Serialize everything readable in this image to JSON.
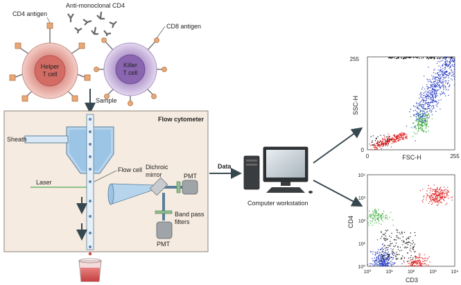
{
  "labels": {
    "cd4_antigen": "CD4 antigen",
    "anti_cd4": "Anti-monoclonal CD4",
    "cd8_antigen": "CD8 antigen",
    "helper_l1": "Helper",
    "helper_l2": "T cell",
    "killer_l1": "Killer",
    "killer_l2": "T cell",
    "sample": "Sample",
    "flow_cytometer": "Flow cytometer",
    "sheath": "Sheath",
    "flow_cell": "Flow cell",
    "dichroic_l1": "Dichroic",
    "dichroic_l2": "mirror",
    "pmt_top": "PMT",
    "laser": "Laser",
    "bandpass_l1": "Band pass",
    "bandpass_l2": "filters",
    "pmt_bottom": "PMT",
    "data": "Data",
    "computer": "Computer workstation"
  },
  "colors": {
    "helper_cell": "#d9837d",
    "killer_cell": "#a98cc4",
    "cytometer_bg": "#f5ebe0",
    "red_population": "#e02020",
    "blue_population": "#2040c0",
    "green_population": "#40b040",
    "black_population": "#111111"
  },
  "chart_data": [
    {
      "type": "scatter",
      "xlabel": "FSC-H",
      "ylabel": "SSC-H",
      "xticks": [
        "0",
        "255"
      ],
      "yticks": [
        "0",
        "255"
      ],
      "xlim": [
        0,
        255
      ],
      "ylim": [
        0,
        255
      ],
      "series": [
        {
          "color": "red",
          "points": 260,
          "center": [
            55,
            25
          ],
          "spread": [
            45,
            15
          ]
        },
        {
          "color": "green",
          "points": 180,
          "center": [
            160,
            75
          ],
          "spread": [
            20,
            30
          ]
        },
        {
          "color": "blue",
          "points": 600,
          "center": [
            200,
            160
          ],
          "spread": [
            40,
            75
          ]
        },
        {
          "color": "black",
          "points": 120,
          "center": [
            150,
            255
          ],
          "spread": [
            105,
            2
          ]
        }
      ]
    },
    {
      "type": "scatter",
      "xlabel": "CD3",
      "ylabel": "CD4",
      "log_scale": true,
      "xticks": [
        "10⁰",
        "10¹",
        "10²",
        "10³",
        "10⁴"
      ],
      "yticks": [
        "10⁰",
        "10¹",
        "10²",
        "10³",
        "10⁴"
      ],
      "xlim": [
        1,
        10000
      ],
      "ylim": [
        1,
        10000
      ],
      "series": [
        {
          "color": "red",
          "points": 220,
          "center": [
            1500,
            1200
          ]
        },
        {
          "color": "red",
          "points": 120,
          "center": [
            200,
            2
          ]
        },
        {
          "color": "green",
          "points": 110,
          "center": [
            3,
            150
          ]
        },
        {
          "color": "blue",
          "points": 260,
          "center": [
            5,
            2
          ]
        },
        {
          "color": "black",
          "points": 160,
          "center": [
            20,
            12
          ]
        }
      ]
    }
  ]
}
